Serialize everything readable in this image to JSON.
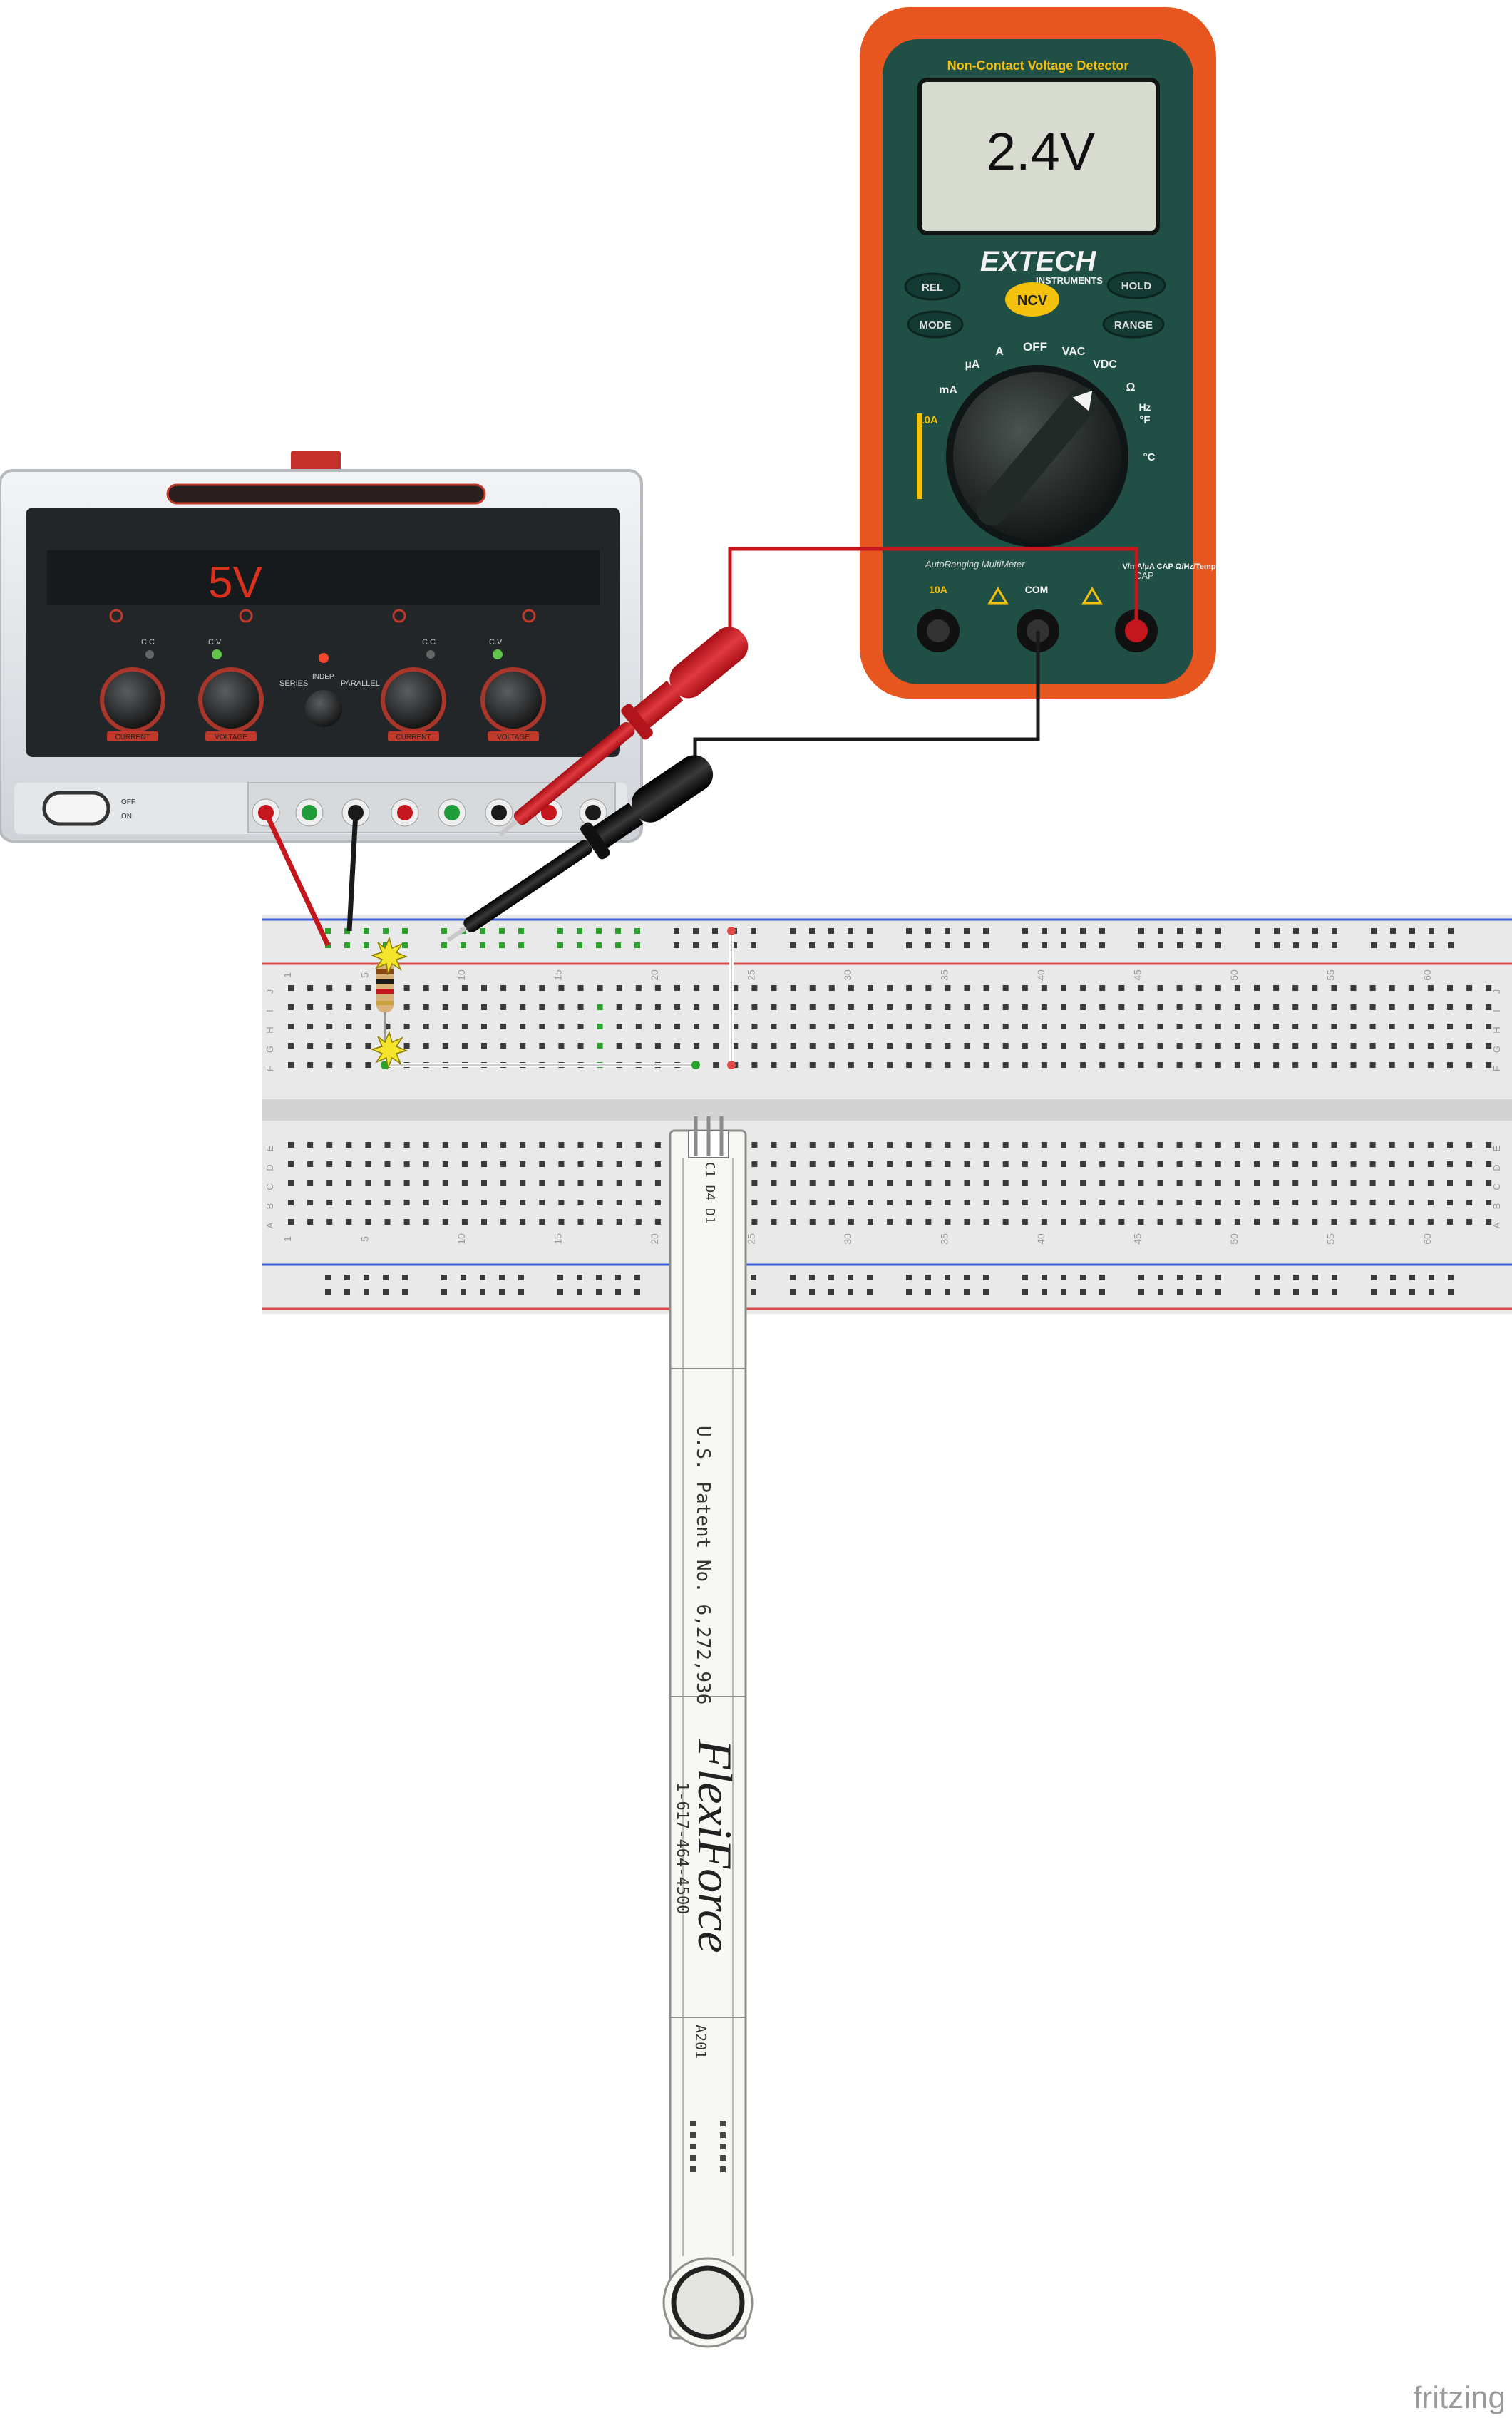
{
  "power_supply": {
    "display_value": "5V",
    "panel_labels": {
      "cc_left": "C.C",
      "cv_left": "C.V",
      "cc_right": "C.C",
      "cv_right": "C.V",
      "series": "SERIES",
      "indep": "INDEP.",
      "parallel": "PARALLEL",
      "current_left": "CURRENT",
      "voltage_left": "VOLTAGE",
      "current_right": "CURRENT",
      "voltage_right": "VOLTAGE",
      "off": "OFF",
      "on": "ON"
    },
    "colors": {
      "display_text": "#d8321e",
      "body": "#e3e6ea",
      "panel": "#232629",
      "knob_band": "#c0392b"
    }
  },
  "multimeter": {
    "reading": "2.4V",
    "header_text": "Non-Contact Voltage Detector",
    "brand": "EXTECH",
    "brand_sub": "INSTRUMENTS",
    "ncv_button": "NCV",
    "buttons": {
      "rel": "REL",
      "mode": "MODE",
      "hold": "HOLD",
      "range": "RANGE"
    },
    "dial_labels": {
      "off": "OFF",
      "vac": "VAC",
      "vdc": "VDC",
      "ma": "mA",
      "ua": "µA",
      "a": "A",
      "ohm": "Ω",
      "hz": "Hz",
      "ten_a": "10A",
      "temp_f": "°F",
      "temp_c": "°C",
      "cap": "CAP"
    },
    "model_text": "AutoRanging MultiMeter",
    "port_labels": {
      "ten_a": "10A",
      "com": "COM",
      "v": "V/mA/µA CAP Ω/Hz/Temp"
    },
    "colors": {
      "case": "#e8561f",
      "face": "#1f4f45",
      "lcd": "#d8dcd0",
      "ncv": "#f4c20d"
    }
  },
  "breadboard": {
    "column_labels": [
      "1",
      "5",
      "10",
      "15",
      "20",
      "25",
      "30",
      "35",
      "40",
      "45",
      "50",
      "55",
      "60"
    ],
    "row_labels_top": [
      "J",
      "I",
      "H",
      "G",
      "F"
    ],
    "row_labels_bottom": [
      "E",
      "D",
      "C",
      "B",
      "A"
    ],
    "colors": {
      "red_rail": "#d84a4a",
      "blue_rail": "#3f5fd8",
      "board": "#e9e9e9",
      "hole": "#3a3a3a",
      "active_hole": "#2aa12a"
    }
  },
  "sensor": {
    "brand": "FlexiForce",
    "phone": "1-617-464-4500",
    "patent": "U.S. Patent No. 6,272,936",
    "code": "A201"
  },
  "wires": {
    "colors": {
      "red": "#c4161c",
      "black": "#1a1a1a",
      "white": "#ffffff"
    }
  },
  "footer": {
    "watermark": "fritzing"
  }
}
